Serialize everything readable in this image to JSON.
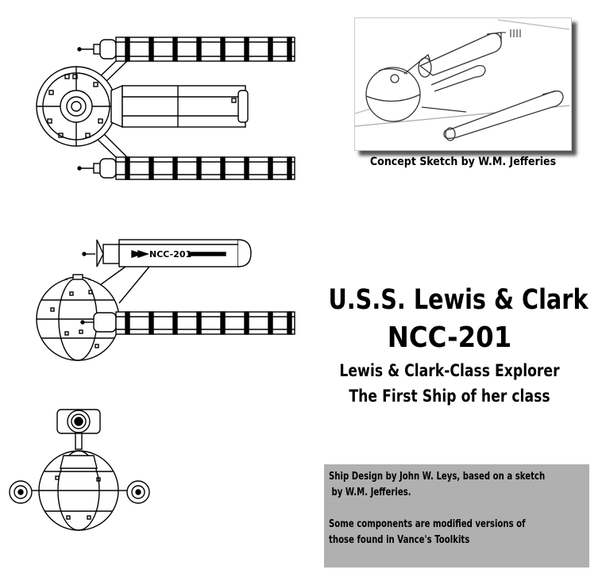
{
  "sketch": {
    "caption": "Concept Sketch by W.M. Jefferies"
  },
  "ship": {
    "name": "U.S.S. Lewis & Clark",
    "registry": "NCC-201",
    "hull_marking": "NCC-201",
    "class_line": "Lewis & Clark-Class Explorer",
    "first_line": "The First Ship of her class"
  },
  "credits": {
    "line1": "Ship Design by John W. Leys, based on a sketch",
    "line2": " by W.M. Jefferies.",
    "line3": "Some components are modified versions of",
    "line4": "those found in Vance's Toolkits"
  },
  "colors": {
    "credits_bg": "#b0b0b0",
    "line": "#000000"
  }
}
